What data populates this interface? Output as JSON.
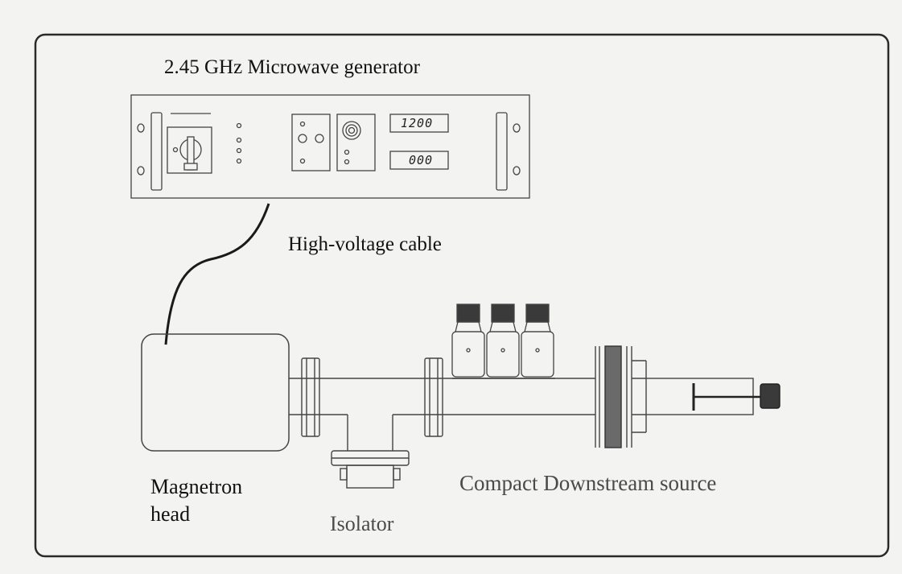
{
  "title": "2.45 GHz Microwave generator",
  "generator": {
    "display_top": "1200",
    "display_bottom": "000"
  },
  "labels": {
    "high_voltage_cable": "High-voltage cable",
    "magnetron_line1": "Magnetron",
    "magnetron_line2": "head",
    "isolator": "Isolator",
    "source": "Compact Downstream source"
  },
  "colors": {
    "background": "#f3f3f1",
    "line": "#3a3a3a",
    "frame": "#2a2a2a"
  }
}
